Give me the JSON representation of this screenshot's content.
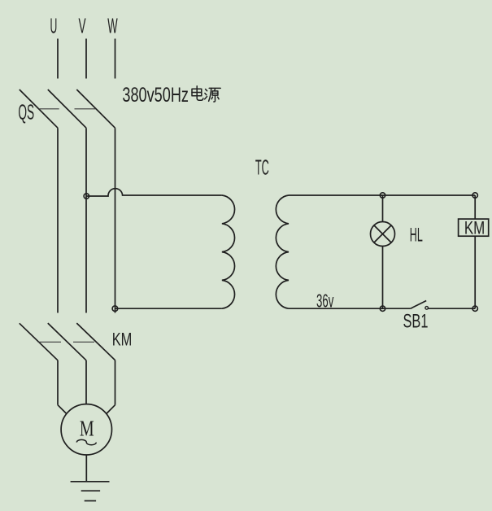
{
  "colors": {
    "background": "#d8e4d3",
    "line": "#1f1f1f",
    "linkage_dash": "#3d3d3d"
  },
  "supply": {
    "phases": [
      "U",
      "V",
      "W"
    ],
    "label": "380v50Hz电源",
    "label_latin": "380v50Hz",
    "label_cjk": "电源"
  },
  "components": {
    "disconnect_switch": {
      "designator": "QS"
    },
    "transformer": {
      "designator": "TC",
      "secondary_voltage": "36v"
    },
    "indicator_lamp": {
      "designator": "HL"
    },
    "contactor_coil": {
      "designator": "KM"
    },
    "pushbutton": {
      "designator": "SB1"
    },
    "contactor_main": {
      "designator": "KM"
    },
    "motor": {
      "designator": "M",
      "ac_symbol": "~"
    }
  }
}
